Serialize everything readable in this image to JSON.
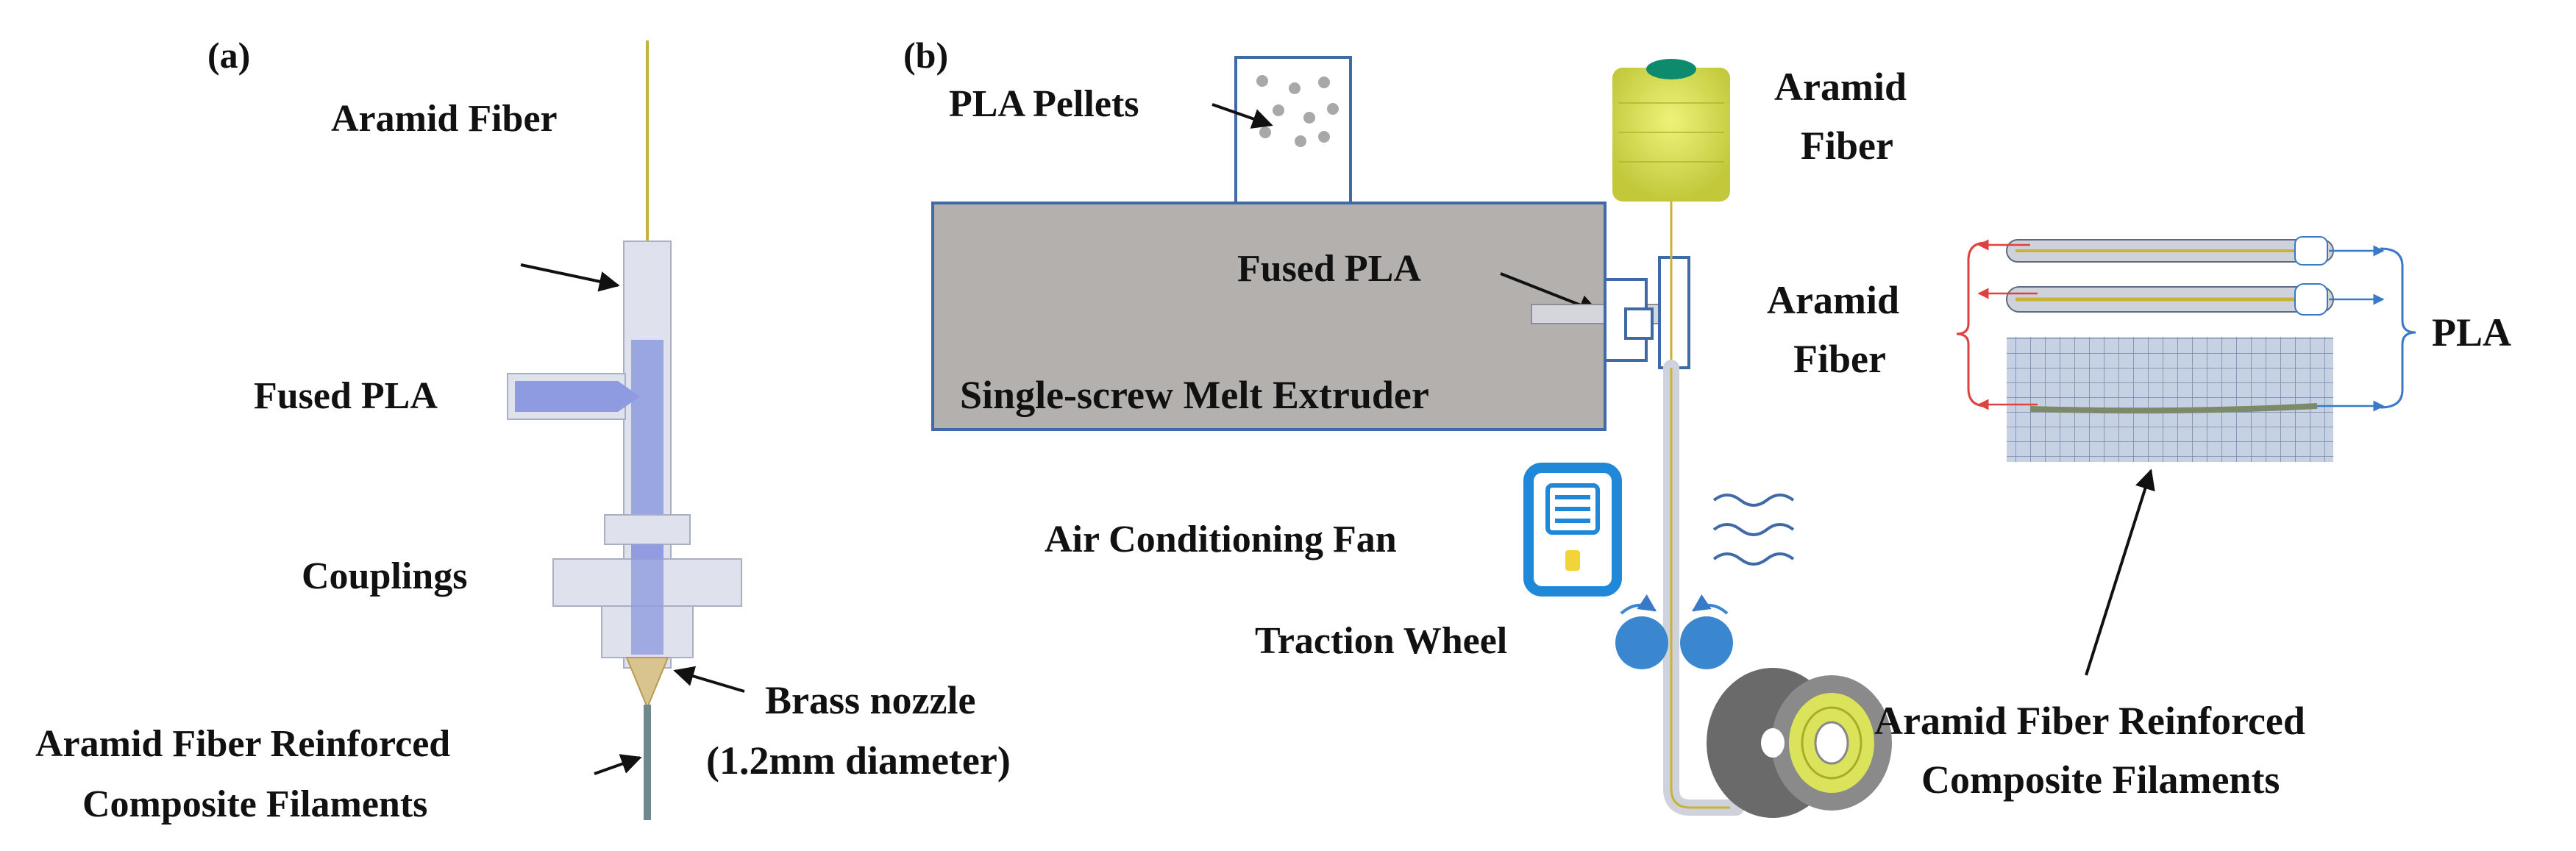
{
  "panel_a": {
    "tag": "(a)",
    "fiber_label": "Aramid Fiber",
    "fused_label": "Fused PLA",
    "couplings_label": "Couplings",
    "nozzle_label_1": "Brass nozzle",
    "nozzle_label_2": "(1.2mm diameter)",
    "output_label_1": "Aramid Fiber Reinforced",
    "output_label_2": "Composite Filaments"
  },
  "panel_b": {
    "tag": "(b)",
    "pellets_label": "PLA Pellets",
    "fiber_label_1": "Aramid",
    "fiber_label_2": "Fiber",
    "fused_label": "Fused PLA",
    "extruder_label": "Single-screw Melt Extruder",
    "fan_label": "Air Conditioning Fan",
    "wheel_label": "Traction Wheel",
    "inset_fiber_label_1": "Aramid",
    "inset_fiber_label_2": "Fiber",
    "inset_pla_label": "PLA",
    "output_label_1": "Aramid Fiber Reinforced",
    "output_label_2": "Composite Filaments"
  },
  "colors": {
    "fiber": "#c9b13a",
    "pla_transparent": "#d9dde8",
    "fused_pla": "#8e9be0",
    "extruder": "#b3b0ae",
    "extruder_border": "#3f6aa6",
    "spool": "#dbe35a",
    "fan": "#1f88d8",
    "wheel": "#3a86cf",
    "red_bracket": "#e04040",
    "blue_bracket": "#3a78c8"
  }
}
